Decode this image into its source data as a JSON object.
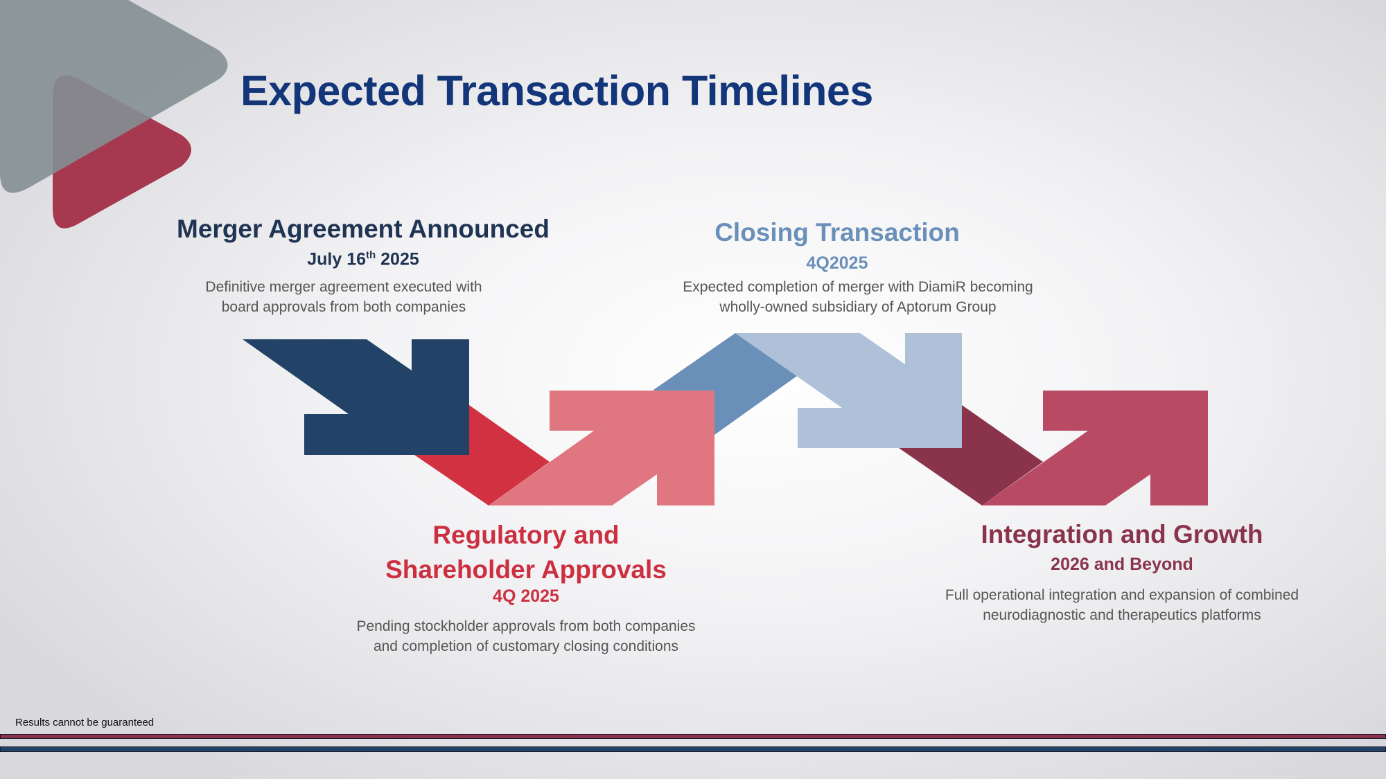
{
  "title": "Expected Transaction Timelines",
  "colors": {
    "navy": "#234267",
    "red": "#d13140",
    "pink": "#e07780",
    "steel": "#6a90b9",
    "light_blue": "#afc1d9",
    "maroon": "#8a344c",
    "rose": "#b84a64",
    "title": "#13357a"
  },
  "milestones": [
    {
      "heading": "Merger Agreement Announced",
      "date_main": "July 16",
      "date_sup": "th",
      "date_tail": " 2025",
      "body": [
        "Definitive merger agreement executed with",
        "board approvals from both companies"
      ]
    },
    {
      "heading_lines": [
        "Regulatory and",
        "Shareholder Approvals"
      ],
      "date": "4Q 2025",
      "body": [
        "Pending stockholder approvals from both companies",
        "and completion of customary closing conditions"
      ]
    },
    {
      "heading": "Closing Transaction",
      "date": "4Q2025",
      "body": [
        "Expected completion of merger with DiamiR becoming",
        "wholly-owned subsidiary of Aptorum Group"
      ]
    },
    {
      "heading": "Integration and Growth",
      "date": "2026 and Beyond",
      "body": [
        "Full operational integration and expansion of combined",
        "neurodiagnostic and therapeutics platforms"
      ]
    }
  ],
  "footer_note": "Results cannot be guaranteed"
}
